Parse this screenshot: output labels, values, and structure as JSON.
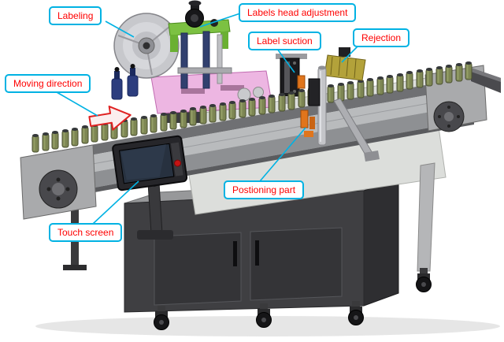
{
  "diagram": {
    "callouts": {
      "labeling": {
        "label": "Labeling"
      },
      "head_adjustment": {
        "label": "Labels head adjustment"
      },
      "label_suction": {
        "label": "Label suction"
      },
      "rejection": {
        "label": "Rejection"
      },
      "moving_direction": {
        "label": "Moving direction"
      },
      "positioning_part": {
        "label": "Postioning part"
      },
      "touch_screen": {
        "label": "Touch screen"
      }
    },
    "colors": {
      "callout_border": "#00b2e3",
      "callout_text": "#fe0000",
      "leader_line": "#00b2e3",
      "direction_arrow": "#e02222"
    }
  }
}
